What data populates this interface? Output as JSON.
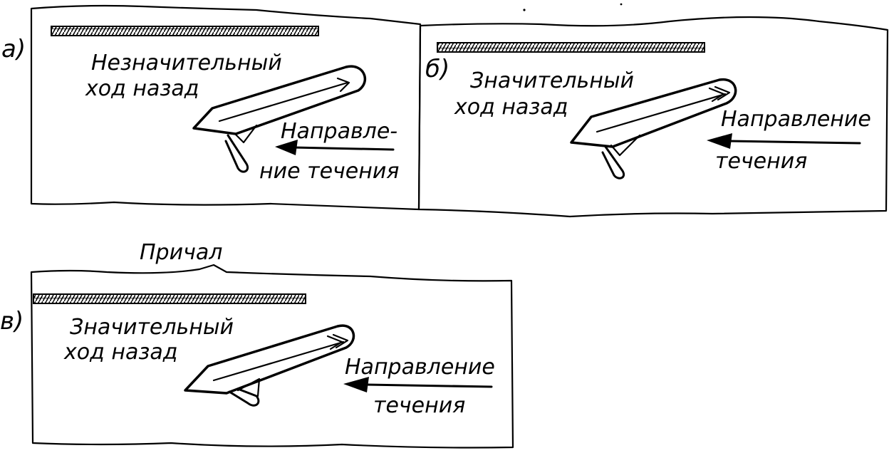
{
  "panels": [
    {
      "letter": "а)",
      "movement": [
        "Незначительный",
        "ход назад"
      ],
      "current": [
        "Направле-",
        "ние течения"
      ]
    },
    {
      "letter": "б)",
      "movement": [
        "Значительный",
        "ход назад"
      ],
      "current": [
        "Направление",
        "течения"
      ]
    },
    {
      "letter": "в)",
      "movement": [
        "Значительный",
        "ход назад"
      ],
      "current": [
        "Направление",
        "течения"
      ]
    }
  ],
  "pier_label": "Причал"
}
